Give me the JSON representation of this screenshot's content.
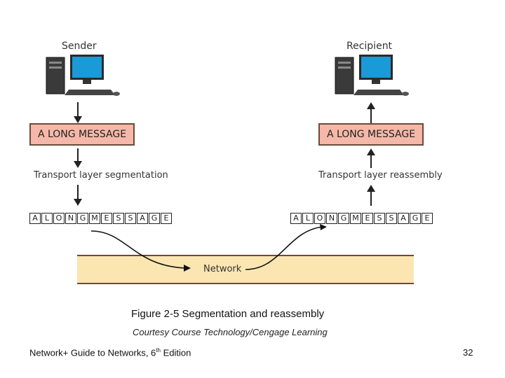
{
  "sender": {
    "title": "Sender",
    "message": "A LONG MESSAGE",
    "step": "Transport layer segmentation"
  },
  "recipient": {
    "title": "Recipient",
    "message": "A LONG MESSAGE",
    "step": "Transport layer reassembly"
  },
  "segments": [
    "A",
    "L",
    "O",
    "N",
    "G",
    "M",
    "E",
    "S",
    "S",
    "A",
    "G",
    "E"
  ],
  "network_label": "Network",
  "figure": {
    "caption": "Figure 2-5 Segmentation and reassembly",
    "credit": "Courtesy Course Technology/Cengage Learning"
  },
  "footer": {
    "book_prefix": "Network+ Guide to Networks, 6",
    "book_sup": "th",
    "book_suffix": " Edition",
    "page_number": "32"
  },
  "colors": {
    "message_fill": "#f5b8a8",
    "network_fill": "#fbe6b2",
    "border": "#6b4a3a"
  }
}
